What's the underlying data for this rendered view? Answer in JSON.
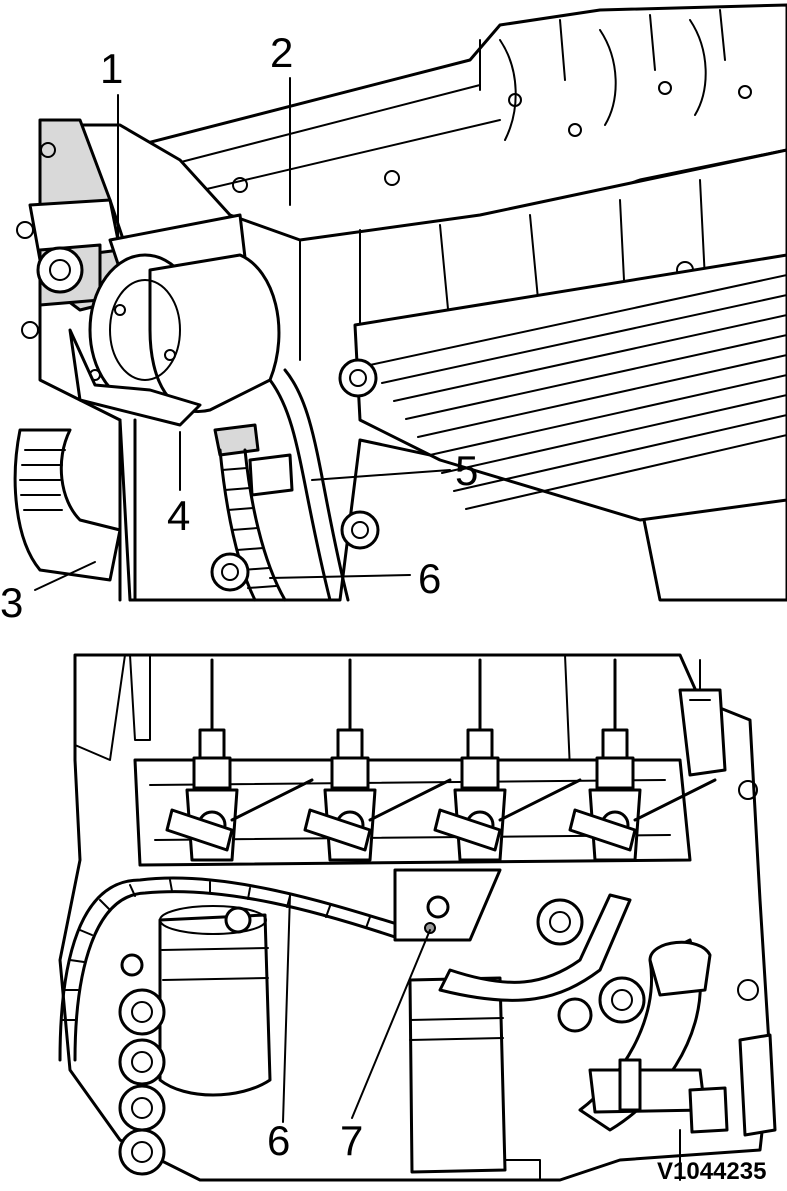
{
  "callouts": {
    "c1": "1",
    "c2": "2",
    "c3": "3",
    "c4": "4",
    "c5": "5",
    "c6_top": "6",
    "c6_bottom": "6",
    "c7": "7"
  },
  "reference_code": "V1044235"
}
